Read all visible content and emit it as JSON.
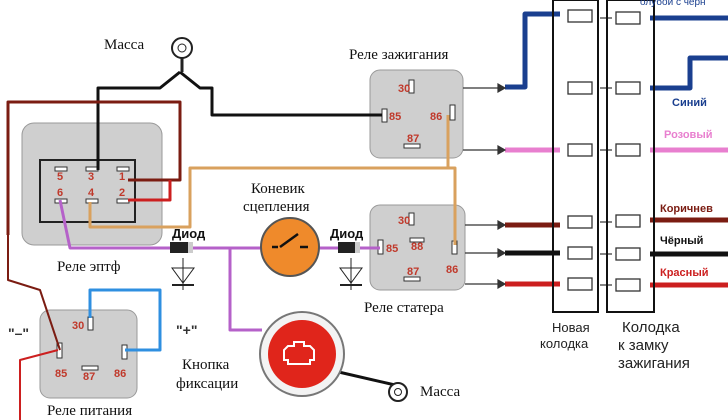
{
  "labels": {
    "massa_top": "Масса",
    "massa_bottom": "Масса",
    "rele_zazhiganiya": "Реле зажигания",
    "konevik_line1": "Коневик",
    "konevik_line2": "сцепления",
    "diod_left": "Диод",
    "diod_right": "Диод",
    "rele_eptf": "Реле эптф",
    "rele_statera": "Реле статера",
    "rele_pitaniya": "Реле  питания",
    "knopka_line1": "Кнопка",
    "knopka_line2": "фиксации",
    "minus": "\"–\"",
    "plus": "\"+\"",
    "novaya_line1": "Новая",
    "novaya_line2": "колодка",
    "kolodka_line1": "Колодка",
    "kolodka_line2": "к замку",
    "kolodka_line3": "зажигания",
    "top_cut": "олубой с черн"
  },
  "wire_labels": {
    "siniy": "Синий",
    "rozoviy": "Розовый",
    "korichnev": "Коричнев",
    "cherniy": "Чёрный",
    "krasniy": "Красный"
  },
  "pins": {
    "ign": [
      "30",
      "85",
      "86",
      "87"
    ],
    "eptf": [
      "5",
      "3",
      "1",
      "6",
      "4",
      "2"
    ],
    "starter": [
      "30",
      "85",
      "88",
      "86",
      "87"
    ],
    "power": [
      "30",
      "85",
      "87",
      "86"
    ]
  },
  "colors": {
    "blue": "#1a3f8f",
    "pink": "#e87fcf",
    "brown": "#7b1c12",
    "red": "#cc1f1f",
    "black": "#111111",
    "tan": "#d9a15e",
    "violet": "#b561c9",
    "lightblue": "#2f8fe0",
    "relay": "#cfcfcf",
    "orange": "#ef8a2b",
    "indicator": "#e0251b"
  }
}
